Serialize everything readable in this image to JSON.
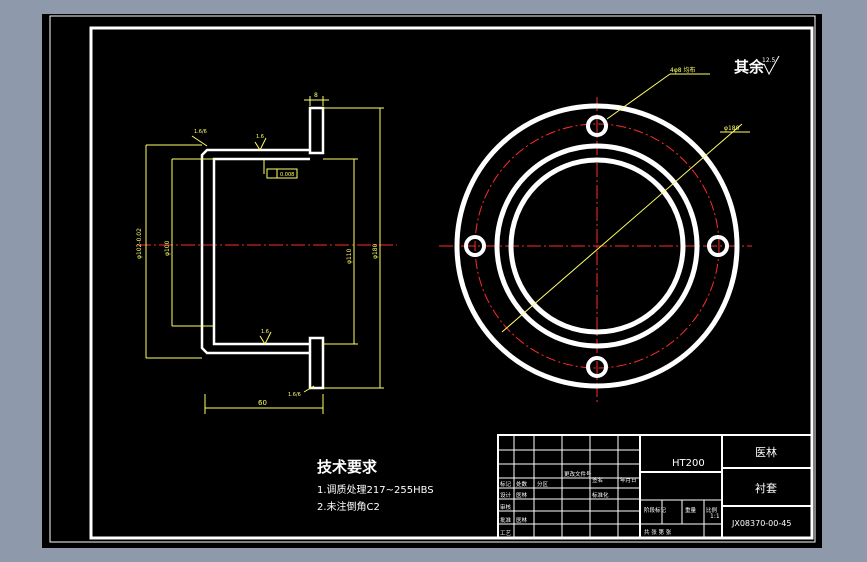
{
  "colors": {
    "background_outer": "#8e9aab",
    "canvas": "#000000",
    "outline": "#ffffff",
    "dimension": "#ffff66",
    "centerline": "#ff2a2a"
  },
  "roughness_note": {
    "label": "其余",
    "symbol_value": "12.5"
  },
  "side_view": {
    "dim_top_thickness": "8",
    "dim_bottom_length": "60",
    "roughness_top_left": "1.6/6",
    "roughness_top_mid": "1.6",
    "roughness_mid_lower": "1.6",
    "roughness_bottom": "1.6/6",
    "tolerance_box": "0.008",
    "dim_left_outer": "φ102-0.02",
    "dim_left_inner": "φ100",
    "dim_right_inner": "φ110",
    "dim_right_outer": "φ180"
  },
  "front_view": {
    "hole_note": "4φ8 均布",
    "circle_dim": "φ180"
  },
  "tech_requirements": {
    "title": "技术要求",
    "items": [
      "1.调质处理217~255HBS",
      "2.未注倒角C2"
    ]
  },
  "title_block": {
    "material": "HT200",
    "school": "医林",
    "part_name": "衬套",
    "drawing_no": "JX08370-00-45",
    "scale": "1:1",
    "left_labels": [
      "标记",
      "设计",
      "审核",
      "批准",
      "工艺"
    ],
    "row_mark_cells": [
      "处数",
      "分区",
      "更改文件号",
      "签名",
      "年月日"
    ],
    "designer": "医林",
    "standardize": "标准化",
    "stage_label": "阶段标记",
    "weight_label": "重量",
    "scale_label": "比例",
    "sheet_label": "共 张 第 张"
  }
}
